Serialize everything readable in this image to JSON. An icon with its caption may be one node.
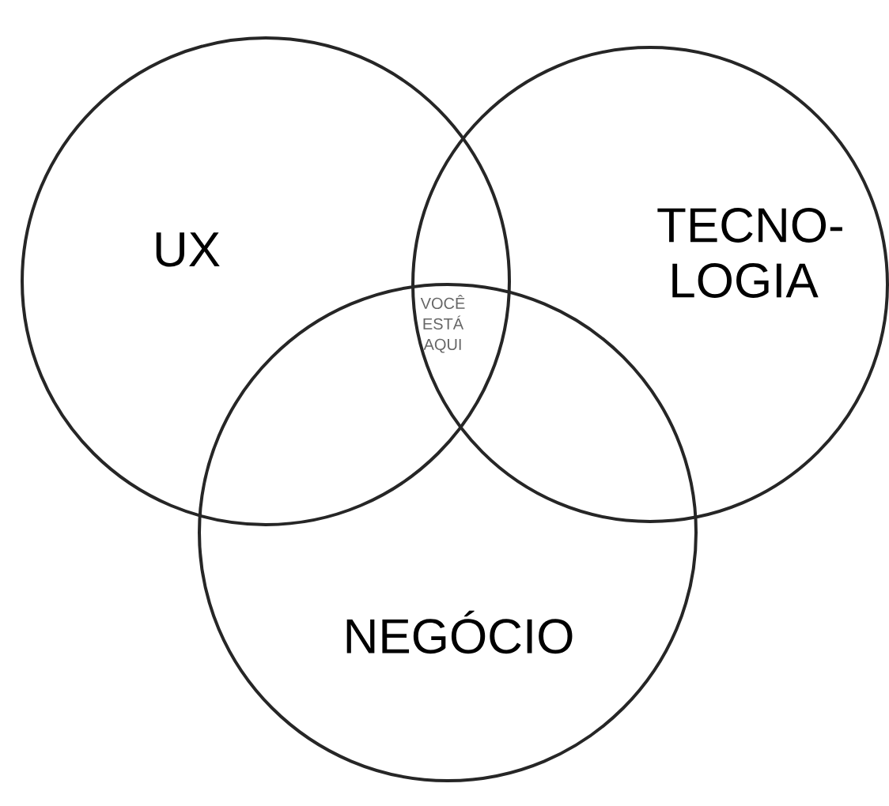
{
  "diagram": {
    "nodes": [
      {
        "text": [
          "UX"
        ]
      },
      {
        "text": [
          "TECNO- LOGIA"
        ]
      },
      {
        "text": [
          "NEGÓCIO"
        ]
      }
    ],
    "labels": [
      "VOCÊ ESTÁ AQUI"
    ]
  }
}
